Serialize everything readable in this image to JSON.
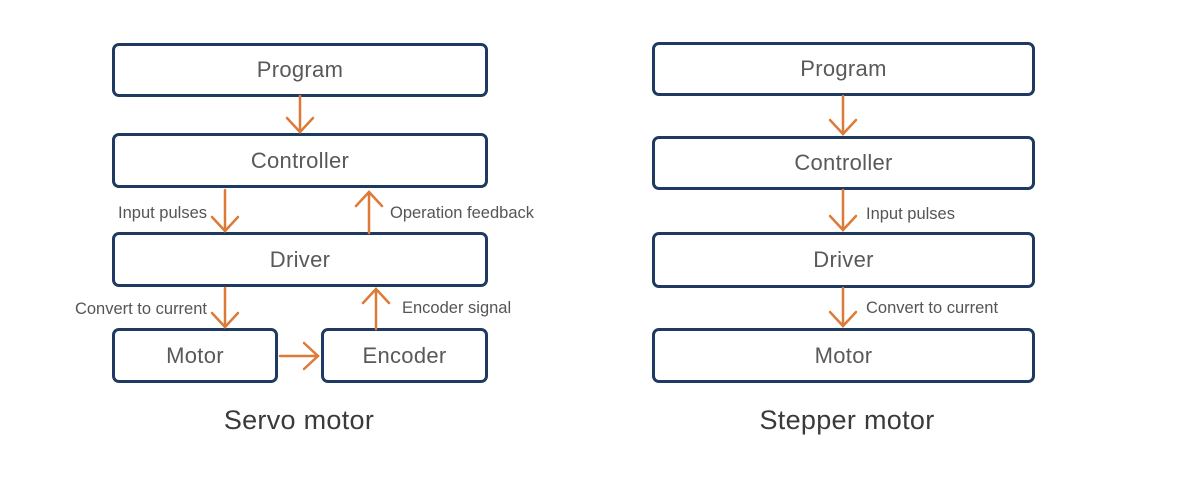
{
  "colors": {
    "background": "#ffffff",
    "box_border": "#1f3a60",
    "box_fill": "#ffffff",
    "arrow": "#dd7a37",
    "box_text": "#595959",
    "label_text": "#555555",
    "caption_text": "#3a3a3a"
  },
  "diagrams": [
    {
      "caption": "Servo motor",
      "boxes": {
        "program": "Program",
        "controller": "Controller",
        "driver": "Driver",
        "motor": "Motor",
        "encoder": "Encoder"
      },
      "labels": {
        "input_pulses": "Input pulses",
        "operation_feedback": "Operation feedback",
        "convert_to_current": "Convert to current",
        "encoder_signal": "Encoder signal"
      }
    },
    {
      "caption": "Stepper motor",
      "boxes": {
        "program": "Program",
        "controller": "Controller",
        "driver": "Driver",
        "motor": "Motor"
      },
      "labels": {
        "input_pulses": "Input pulses",
        "convert_to_current": "Convert to current"
      }
    }
  ]
}
